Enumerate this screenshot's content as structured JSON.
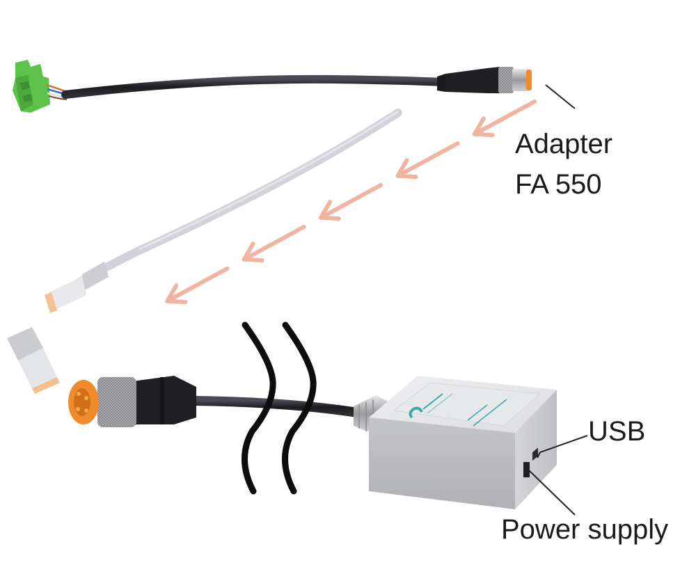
{
  "figure": {
    "title": "Adapter FA 550 connection diagram",
    "labels": {
      "adapter_line1": "Adapter",
      "adapter_line2": "FA 550",
      "usb": "USB",
      "power_supply": "Power supply"
    },
    "components": [
      {
        "id": "green-terminal-block",
        "description": "Green screw terminal plug"
      },
      {
        "id": "adapter-cable",
        "description": "Black cable with M12 connector (Adapter FA 550)"
      },
      {
        "id": "sensor-cable",
        "description": "Grey sensor cable with M12 plug (faded)"
      },
      {
        "id": "m12-female-connector",
        "description": "Black M12 female connector with orange insert"
      },
      {
        "id": "interface-box",
        "description": "Grey interface box with cable gland"
      }
    ],
    "arrow_count": 5,
    "colors": {
      "arrow": "#f0b4a0",
      "terminal_green": "#5cc24a",
      "connector_orange": "#f08a2a",
      "cable_black": "#1e1e22",
      "faded_cable": "#c9ccd2",
      "box_grey": "#d8d9db",
      "label_teal": "#3aa8a8",
      "text": "#1a1a1a"
    }
  }
}
